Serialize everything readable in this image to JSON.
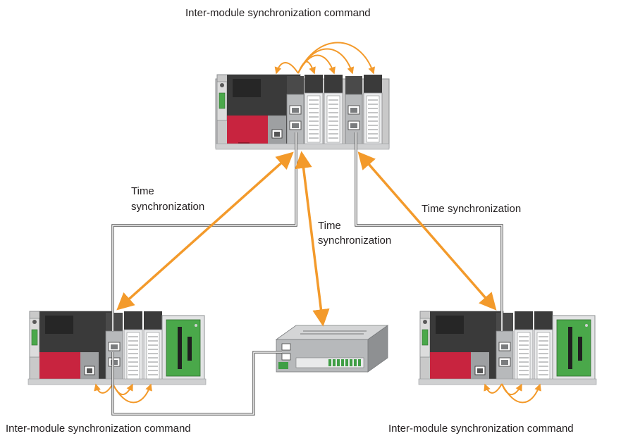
{
  "labels": {
    "top_command": "Inter-module synchronization command",
    "time_sync_left_1": "Time",
    "time_sync_left_2": "synchronization",
    "time_sync_center_1": "Time",
    "time_sync_center_2": "synchronization",
    "time_sync_right": "Time synchronization",
    "bottom_left_command": "Inter-module synchronization command",
    "bottom_right_command": "Inter-module synchronization command"
  },
  "colors": {
    "arrow": "#f39a2b",
    "cable": "#555555",
    "rack": "#c9c9c9",
    "cpu_red": "#c8243f",
    "module_dark": "#3a3a3a",
    "module_grey": "#b7b9bb",
    "base_green": "#4aa84a"
  },
  "icons": {
    "plc": "plc-rack-icon",
    "remote_io": "remote-io-module-icon"
  }
}
